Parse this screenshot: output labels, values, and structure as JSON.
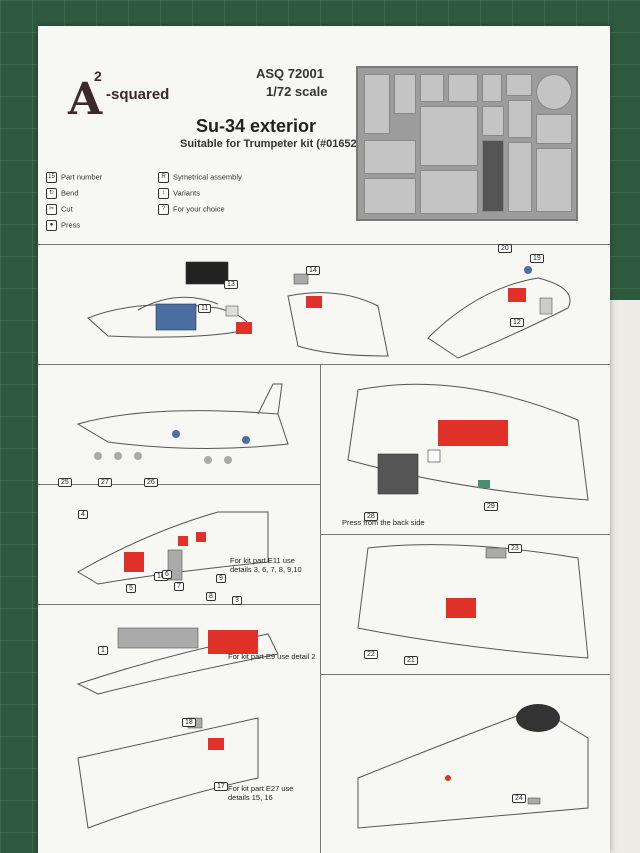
{
  "header": {
    "logo_letter": "A",
    "logo_super": "2",
    "logo_word": "-squared",
    "product_code": "ASQ 72001",
    "scale": "1/72   scale",
    "title": "Su-34 exterior",
    "subtitle": "Suitable for Trumpeter kit (#01652)"
  },
  "legend": {
    "items": [
      {
        "symbol": "15",
        "label": "Part number"
      },
      {
        "symbol": "↻",
        "label": "Bend"
      },
      {
        "symbol": "✂",
        "label": "Cut"
      },
      {
        "symbol": "●",
        "label": "Press"
      },
      {
        "symbol": "R",
        "label": "Symetrical assembly"
      },
      {
        "symbol": "↕",
        "label": "Variants"
      },
      {
        "symbol": "?",
        "label": "For your choice"
      }
    ]
  },
  "notes": {
    "e11": "For kit part E11 use details 3, 6, 7, 8, 9,10",
    "e9": "For kit part E9 use detail 2",
    "e27": "For kit part E27 use details 15, 16",
    "press_back": "Press from the back side"
  },
  "part_numbers": [
    "20",
    "19",
    "14",
    "13",
    "11",
    "12",
    "25",
    "27",
    "26",
    "28",
    "29",
    "4",
    "5",
    "10",
    "6",
    "7",
    "8",
    "9",
    "3",
    "23",
    "22",
    "21",
    "1",
    "18",
    "17",
    "24"
  ],
  "colors": {
    "accent_red": "#e0302a",
    "fret_gray": "#9c9c9c",
    "mat_green": "#2f5a3f",
    "paper": "#f7f7f4"
  }
}
